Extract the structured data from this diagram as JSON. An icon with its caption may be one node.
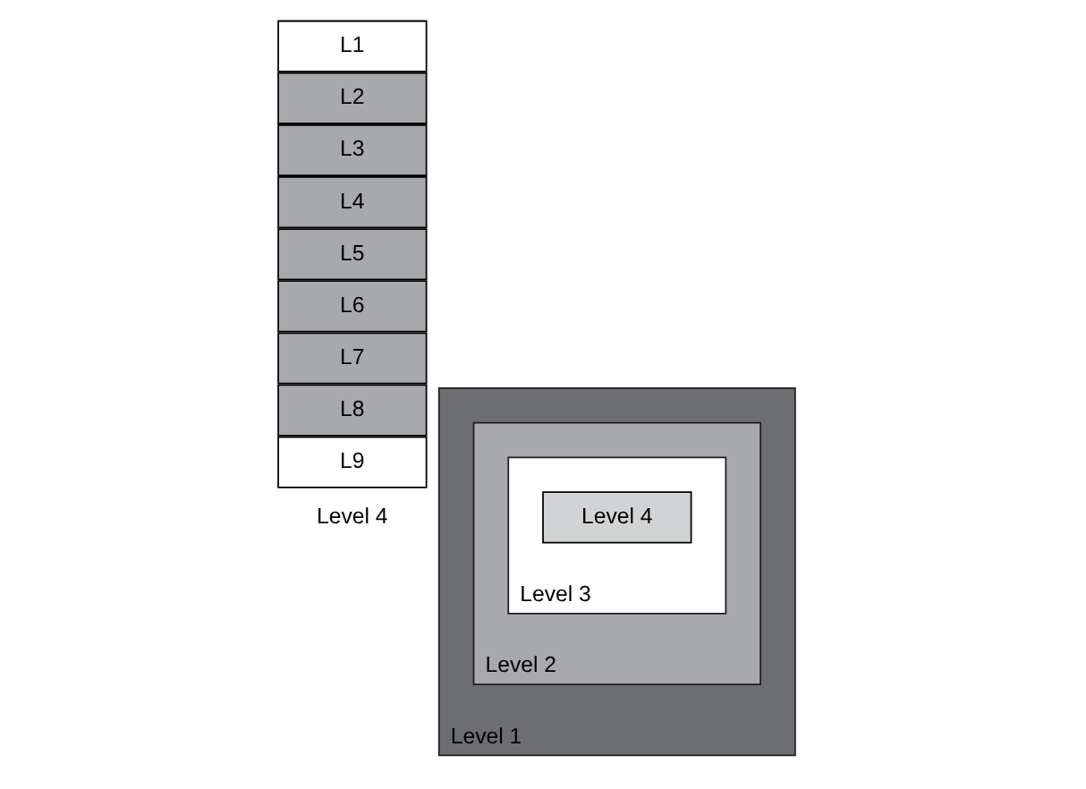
{
  "diagram": {
    "nodes": [
      {
        "text": [
          "L9"
        ]
      },
      {
        "text": [
          "L8"
        ]
      },
      {
        "text": [
          "L7"
        ]
      },
      {
        "text": [
          "L6"
        ]
      },
      {
        "text": [
          "L5"
        ]
      },
      {
        "text": [
          "L4"
        ]
      },
      {
        "text": [
          "L3"
        ]
      },
      {
        "text": [
          "L2"
        ]
      },
      {
        "text": [
          "L1"
        ]
      },
      {
        "text": [
          "Level 1"
        ]
      },
      {
        "text": [
          "Level 2"
        ],
        "in": 9
      },
      {
        "text": [
          "Level 3"
        ],
        "in": 10
      },
      {
        "text": [
          "Level 4"
        ],
        "in": 11
      }
    ],
    "edges": [],
    "labels": [
      "Level 4"
    ]
  }
}
